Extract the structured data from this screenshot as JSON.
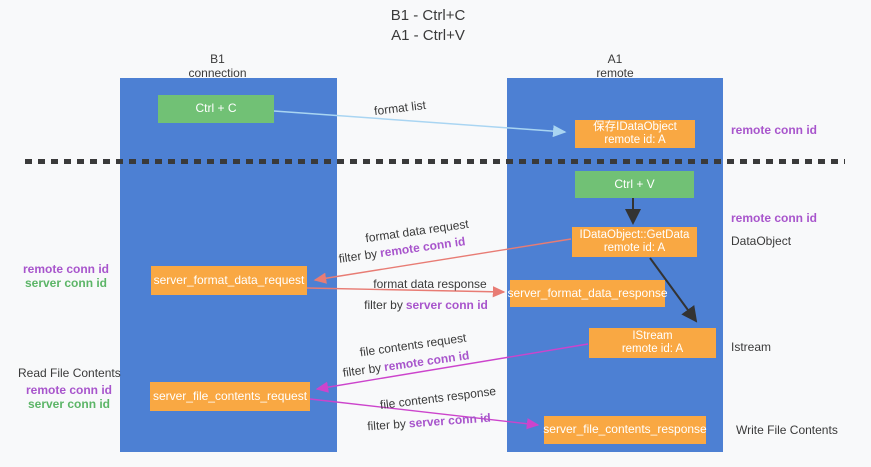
{
  "title": {
    "line1": "B1 - Ctrl+C",
    "line2": "A1 - Ctrl+V"
  },
  "columns": {
    "left": {
      "name": "B1",
      "subtitle": "connection"
    },
    "right": {
      "name": "A1",
      "subtitle": "remote"
    }
  },
  "nodes": {
    "ctrl_c": {
      "label": "Ctrl + C"
    },
    "save_dataobject": {
      "line1": "保存IDataObject",
      "line2": "remote id: A"
    },
    "ctrl_v": {
      "label": "Ctrl + V"
    },
    "getdata": {
      "line1": "IDataObject::GetData",
      "line2": "remote id: A"
    },
    "server_format_data_request": {
      "label": "server_format_data_request"
    },
    "server_format_data_response": {
      "label": "server_format_data_response"
    },
    "istream": {
      "line1": "IStream",
      "line2": "remote id: A"
    },
    "server_file_contents_request": {
      "label": "server_file_contents_request"
    },
    "server_file_contents_response": {
      "label": "server_file_contents_response"
    }
  },
  "edge_labels": {
    "format_list": "format list",
    "format_data_request": "format data request",
    "format_data_response": "format data response",
    "file_contents_request": "file contents request",
    "file_contents_response": "file contents response",
    "filter_by": "filter by",
    "remote_conn_id": "remote conn id",
    "server_conn_id": "server conn id"
  },
  "side_labels": {
    "left_mid_remote": "remote conn id",
    "left_mid_server": "server conn id",
    "read_file_contents": "Read File Contents",
    "left_bottom_remote": "remote conn id",
    "left_bottom_server": "server conn id",
    "right_remote_top": "remote conn id",
    "right_remote_mid": "remote conn id",
    "dataobject": "DataObject",
    "istream": "Istream",
    "write_file_contents": "Write File Contents"
  },
  "colors": {
    "column_blue": "#4d80d3",
    "box_green": "#71c175",
    "box_orange": "#f9a843",
    "purple_text": "#a855cc",
    "green_text": "#5cb567",
    "arrow_blue": "#a9d5f2",
    "arrow_red": "#e87c74",
    "arrow_magenta": "#cc44cc",
    "arrow_black": "#333333",
    "dash_color": "#3a3a3a"
  }
}
